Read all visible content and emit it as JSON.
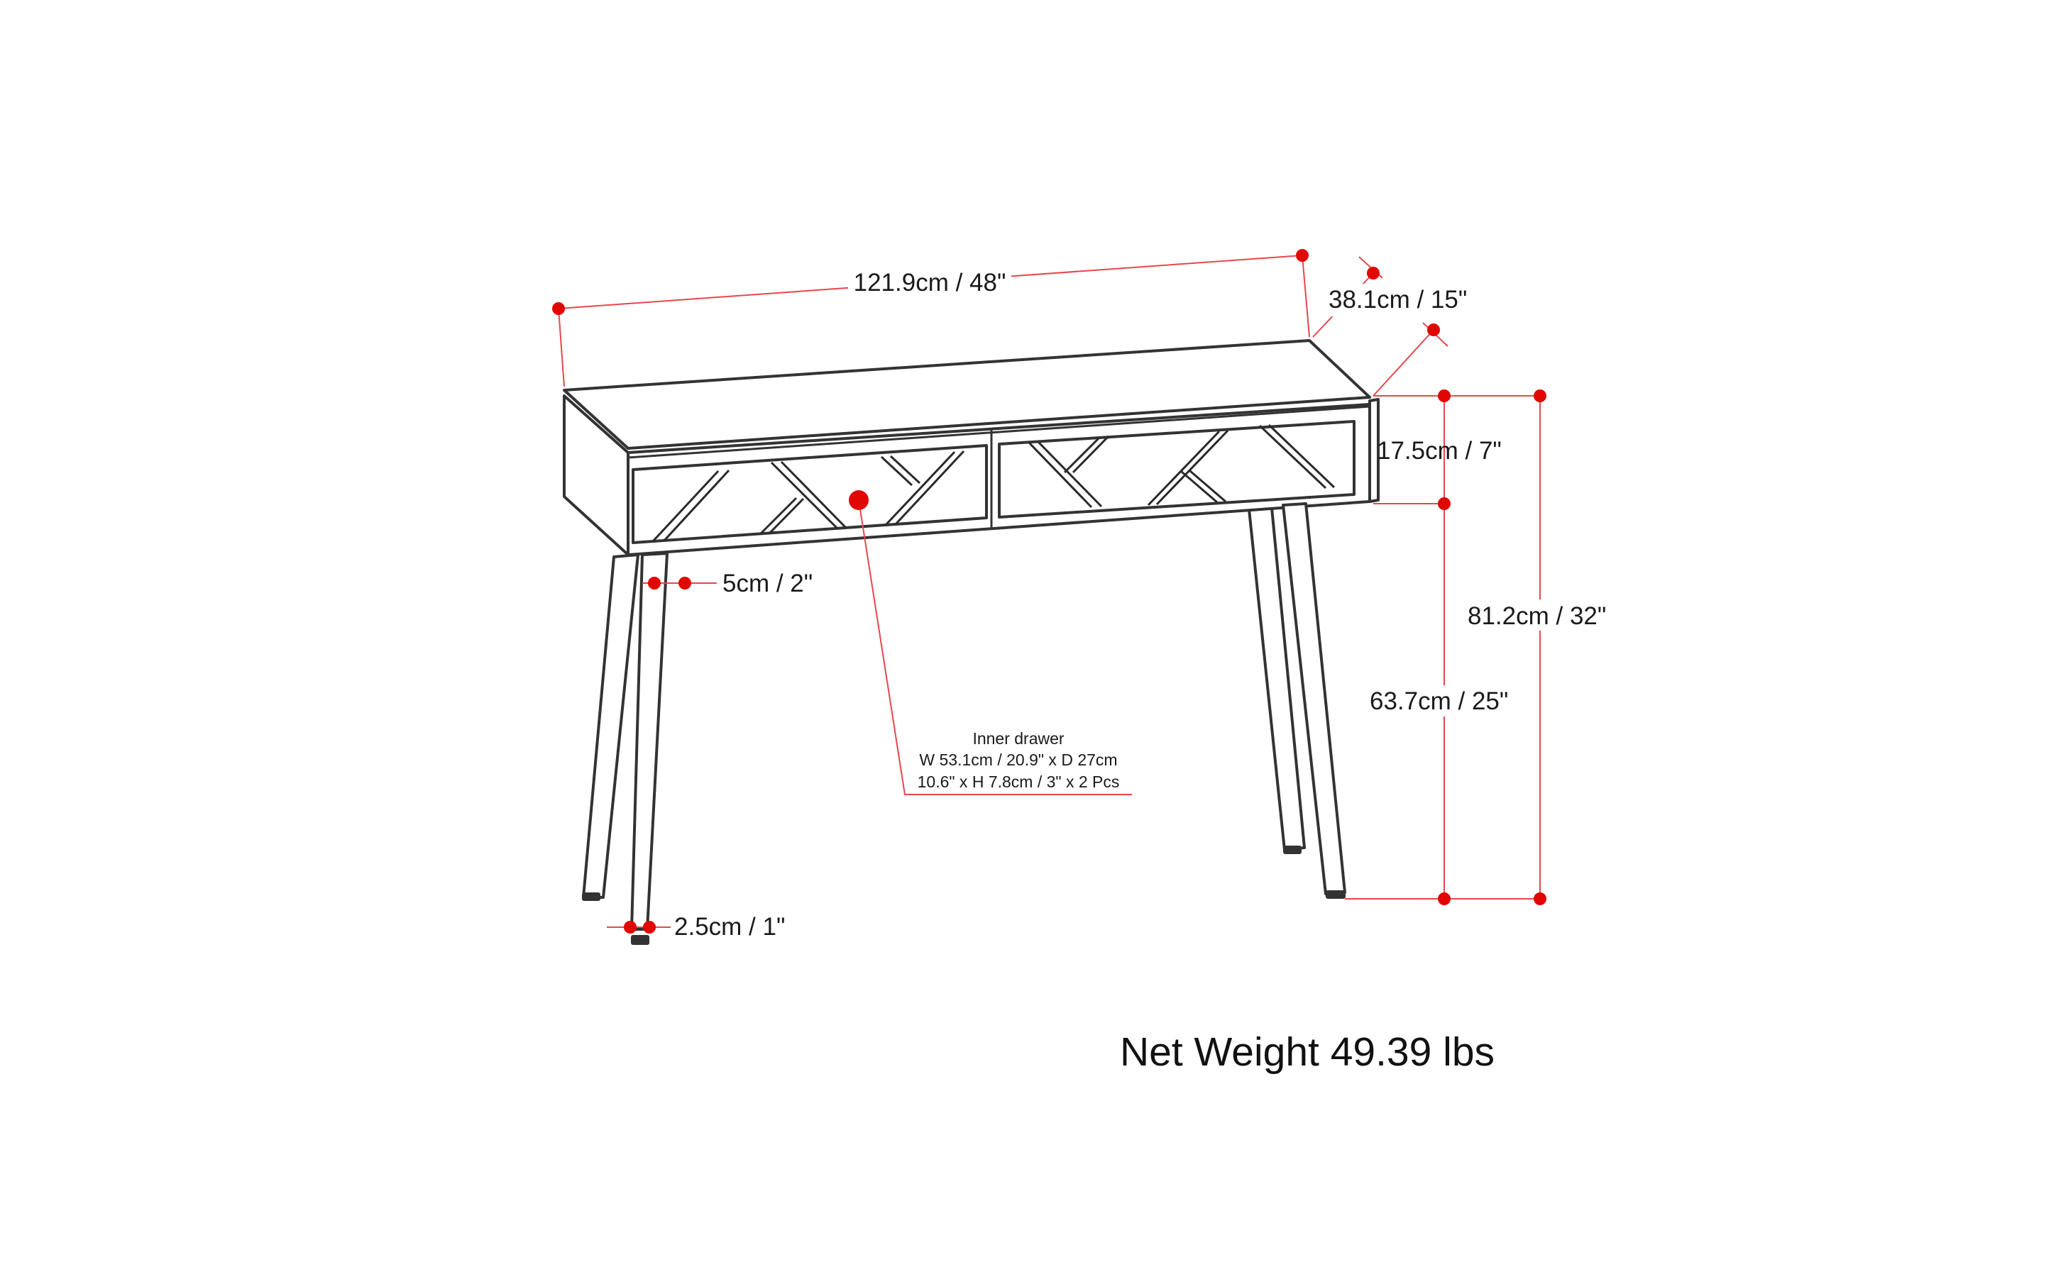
{
  "colors": {
    "dimension_line": "#e5484d",
    "dimension_dot": "#e10600",
    "outline": "#333333",
    "background": "#ffffff"
  },
  "dimensions": {
    "width": "121.9cm / 48\"",
    "depth": "38.1cm / 15\"",
    "apron_height": "17.5cm / 7\"",
    "total_height": "81.2cm / 32\"",
    "leg_clearance": "63.7cm / 25\"",
    "leg_top_width": "5cm / 2\"",
    "leg_bottom_width": "2.5cm / 1\""
  },
  "inner_drawer": {
    "title": "Inner drawer",
    "line1": "W 53.1cm / 20.9\" x D 27cm",
    "line2": "10.6\" x H 7.8cm / 3\" x 2 Pcs"
  },
  "net_weight": "Net Weight 49.39 lbs"
}
